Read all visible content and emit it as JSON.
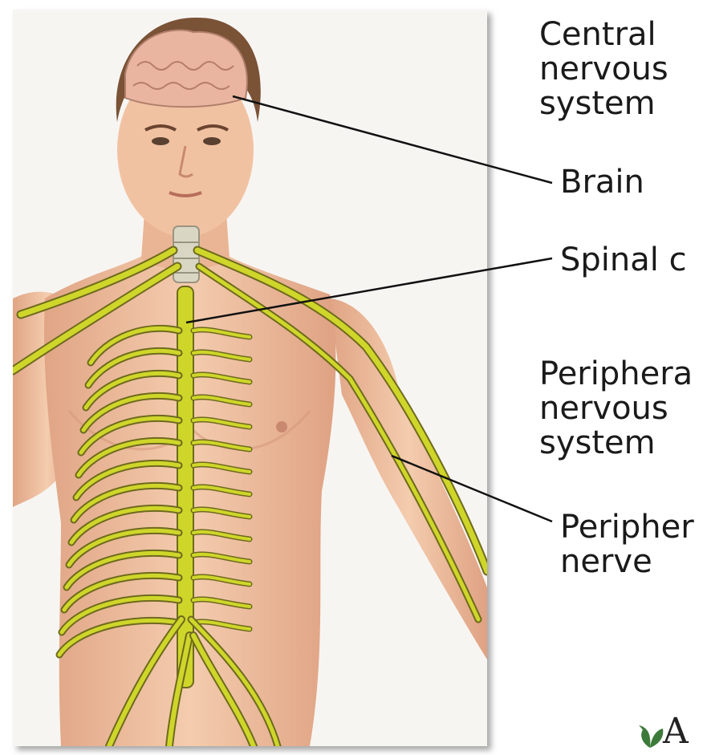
{
  "labels": {
    "central": "Central\nnervous\nsystem",
    "brain": "Brain",
    "spinal": "Spinal c",
    "pns": "Periphera\nnervous\nsystem",
    "pnerve": "Peripher\nnerve"
  },
  "logo": {
    "text": "A",
    "icon": "leaf-icon"
  },
  "colors": {
    "skin": "#f0c4a4",
    "skin_shadow": "#d99a7a",
    "hair": "#7a5236",
    "brain": "#e9b5a0",
    "nerve": "#cfd62a",
    "nerve_outline": "#6e6a1e",
    "spine": "#d9d6c4",
    "frame_bg": "#f7f5f2"
  }
}
